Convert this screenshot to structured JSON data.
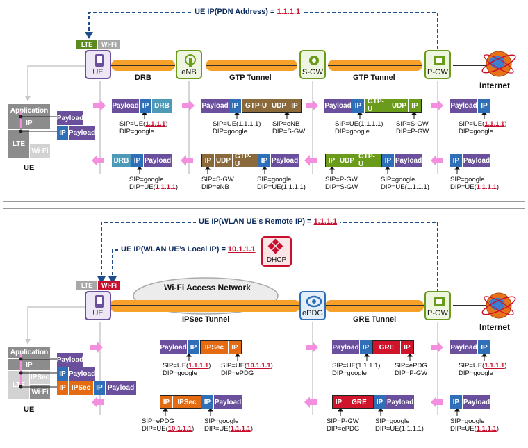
{
  "top": {
    "header": {
      "prefix": "UE IP(PDN Address) = ",
      "value": "1.1.1.1"
    },
    "tabs": {
      "lte": "LTE",
      "wifi": "Wi-Fi"
    },
    "nodes": {
      "ue": "UE",
      "enb": "eNB",
      "sgw": "S-GW",
      "pgw": "P-GW"
    },
    "tunnels": {
      "drb": "DRB",
      "gtp1": "GTP Tunnel",
      "gtp2": "GTP Tunnel"
    },
    "internet": "Internet",
    "stack": {
      "application": "Application",
      "ip": "IP",
      "lte": "LTE",
      "wifi": "Wi-Fi",
      "ue": "UE",
      "pk1": "Payload",
      "pk2a": "IP",
      "pk2b": "Payload"
    },
    "up": {
      "p1": [
        "Payload",
        "IP",
        "DRB"
      ],
      "p2": [
        "Payload",
        "IP",
        "GTP-U",
        "UDP",
        "IP"
      ],
      "p3": [
        "Payload",
        "IP",
        "GTP-U",
        "UDP",
        "IP"
      ],
      "p4": [
        "Payload",
        "IP"
      ],
      "l1": {
        "sip": "SIP=UE(",
        "sipv": "1.1.1.1",
        "close": ")",
        "dip": "DIP=google"
      },
      "l2a": {
        "sip": "SIP=UE(1.1.1.1)",
        "dip": "DIP=google"
      },
      "l2b": {
        "sip": "SIP=eNB",
        "dip": "DIP=S-GW"
      },
      "l3a": {
        "sip": "SIP=UE(1.1.1.1)",
        "dip": "DIP=google"
      },
      "l3b": {
        "sip": "SIP=S-GW",
        "dip": "DIP=P-GW"
      },
      "l4": {
        "sip": "SIP=UE(",
        "sipv": "1.1.1.1",
        "close": ")",
        "dip": "DIP=google"
      }
    },
    "down": {
      "p1": [
        "DRB",
        "IP",
        "Payload"
      ],
      "p2": [
        "IP",
        "UDP",
        "GTP-U",
        "IP",
        "Payload"
      ],
      "p3": [
        "IP",
        "UDP",
        "GTP-U",
        "IP",
        "Payload"
      ],
      "p4": [
        "IP",
        "Payload"
      ],
      "l1": {
        "sip": "SIP=google",
        "dip": "DIP=UE(",
        "dipv": "1.1.1.1",
        "close": ")"
      },
      "l2a": {
        "sip": "SIP=S-GW",
        "dip": "DIP=eNB"
      },
      "l2b": {
        "sip": "SIP=google",
        "dip": "DIP=UE(1.1.1.1)"
      },
      "l3a": {
        "sip": "SIP=P-GW",
        "dip": "DIP=S-GW"
      },
      "l3b": {
        "sip": "SIP=google",
        "dip": "DIP=UE(1.1.1.1)"
      },
      "l4": {
        "sip": "SIP=google",
        "dip": "DIP=UE(",
        "dipv": "1.1.1.1",
        "close": ")"
      }
    }
  },
  "bottom": {
    "header": {
      "prefix": "UE IP(WLAN UE’s Remote IP) = ",
      "value": "1.1.1.1"
    },
    "local": {
      "prefix": "UE IP(WLAN UE’s Local IP) = ",
      "value": "10.1.1.1"
    },
    "dhcp": "DHCP",
    "tabs": {
      "lte": "LTE",
      "wifi": "Wi-Fi"
    },
    "wan": "Wi-Fi Access Network",
    "nodes": {
      "ue": "UE",
      "epdg": "ePDG",
      "pgw": "P-GW"
    },
    "tunnels": {
      "ipsec": "IPSec Tunnel",
      "gre": "GRE Tunnel"
    },
    "internet": "Internet",
    "stack": {
      "application": "Application",
      "ip": "IP",
      "ipsec": "IPSec",
      "lte": "LTE",
      "wifi": "Wi-Fi",
      "ue": "UE",
      "pk1": "Payload",
      "pk2a": "IP",
      "pk2b": "Payload",
      "pk3": [
        "IP",
        "IPSec",
        "IP",
        "Payload"
      ]
    },
    "up": {
      "p1": [
        "Payload",
        "IP",
        "IPSec",
        "IP"
      ],
      "p2": [
        "Payload",
        "IP",
        "GRE",
        "IP"
      ],
      "p3": [
        "Payload",
        "IP"
      ],
      "l1a": {
        "sip": "SIP=UE(",
        "sipv": "1.1.1.1",
        "close": ")",
        "dip": "DIP=google"
      },
      "l1b": {
        "sip": "SIP=UE(",
        "sipv": "10.1.1.1",
        "close": ")",
        "dip": "DIP=ePDG"
      },
      "l2a": {
        "sip": "SIP=UE(1.1.1.1)",
        "dip": "DIP=google"
      },
      "l2b": {
        "sip": "SIP=ePDG",
        "dip": "DIP=P-GW"
      },
      "l3": {
        "sip": "SIP=UE(",
        "sipv": "1.1.1.1",
        "close": ")",
        "dip": "DIP=google"
      }
    },
    "down": {
      "p1": [
        "IP",
        "IPSec",
        "IP",
        "Payload"
      ],
      "p2": [
        "IP",
        "GRE",
        "IP",
        "Payload"
      ],
      "p3": [
        "IP",
        "Payload"
      ],
      "l1a": {
        "sip": "SIP=ePDG",
        "dip": "DIP=UE(",
        "dipv": "10.1.1.1",
        "close": ")"
      },
      "l1b": {
        "sip": "SIP=google",
        "dip": "DIP=UE(",
        "dipv": "1.1.1.1",
        "close": ")"
      },
      "l2a": {
        "sip": "SIP=P-GW",
        "dip": "DIP=ePDG"
      },
      "l2b": {
        "sip": "SIP=google",
        "dip": "DIP=UE(1.1.1.1)"
      },
      "l3": {
        "sip": "SIP=google",
        "dip": "DIP=UE(",
        "dipv": "1.1.1.1",
        "close": ")"
      }
    }
  },
  "colors": {
    "payload": "#6a4f9c",
    "ip": "#2f6fb7",
    "drb": "#4d9ab8",
    "gtp": "#8a6a3a",
    "gtp_sgw": "#6a9b1a",
    "ipsec": "#e46b12",
    "gre": "#d0142c",
    "tunnel": "#f7a12a",
    "dashed": "#1f4e8c",
    "arrow": "#f48fe0"
  }
}
